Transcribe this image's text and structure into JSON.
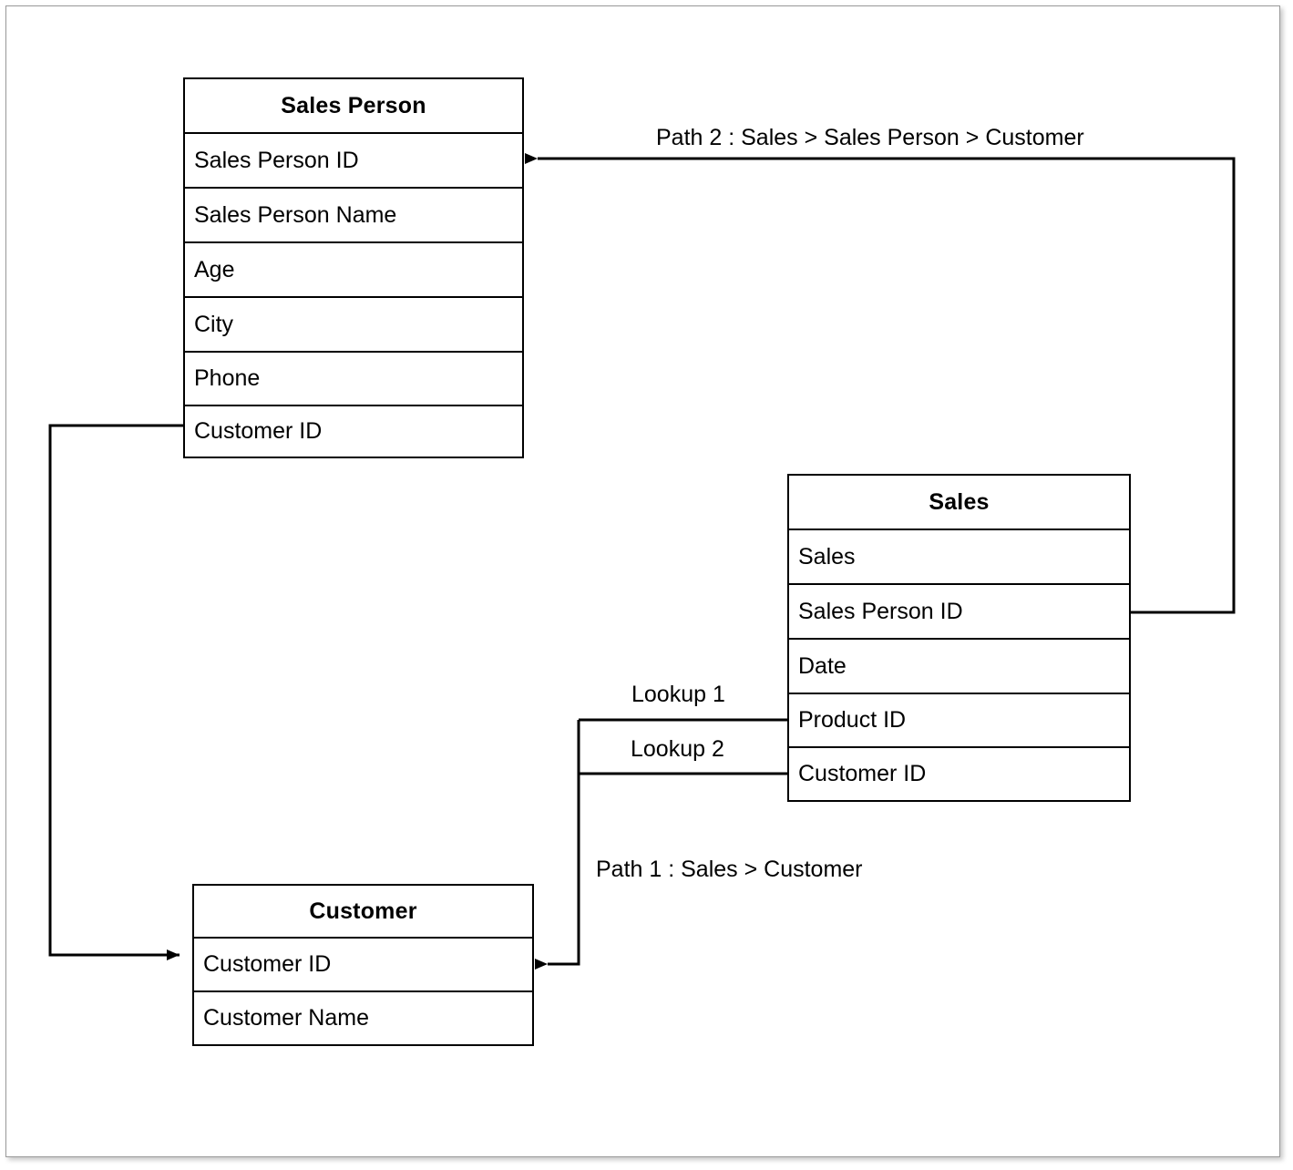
{
  "diagram": {
    "type": "entity-relationship-path-diagram",
    "background_color": "#ffffff",
    "line_color": "#000000",
    "border_color": "#9a9a9a"
  },
  "entities": [
    {
      "id": "sales-person",
      "title": "Sales Person",
      "fields": [
        "Sales Person ID",
        "Sales Person Name",
        "Age",
        "City",
        "Phone",
        "Customer ID"
      ]
    },
    {
      "id": "sales",
      "title": "Sales",
      "fields": [
        "Sales",
        "Sales Person ID",
        "Date",
        "Product ID",
        "Customer ID"
      ]
    },
    {
      "id": "customer",
      "title": "Customer",
      "fields": [
        "Customer ID",
        "Customer Name"
      ]
    }
  ],
  "edge_labels": {
    "path2": "Path 2 : Sales > Sales Person > Customer",
    "lookup1": "Lookup 1",
    "lookup2": "Lookup 2",
    "path1": "Path 1 : Sales > Customer"
  },
  "relationships": [
    {
      "name": "sales-to-sales-person",
      "from": "sales.Sales Person ID",
      "to": "sales-person.Sales Person ID",
      "label": "Path 2 : Sales > Sales Person > Customer",
      "arrow": "to"
    },
    {
      "name": "sales-person-to-customer",
      "from": "sales-person.Customer ID",
      "to": "customer.Customer ID",
      "label": "",
      "arrow": "to"
    },
    {
      "name": "sales-product-lookup",
      "from": "sales.Product ID",
      "to": "customer",
      "label": "Lookup 1",
      "arrow": "none"
    },
    {
      "name": "sales-customer-lookup",
      "from": "sales.Customer ID",
      "to": "customer.Customer ID",
      "label": "Lookup 2",
      "arrow": "to"
    }
  ]
}
